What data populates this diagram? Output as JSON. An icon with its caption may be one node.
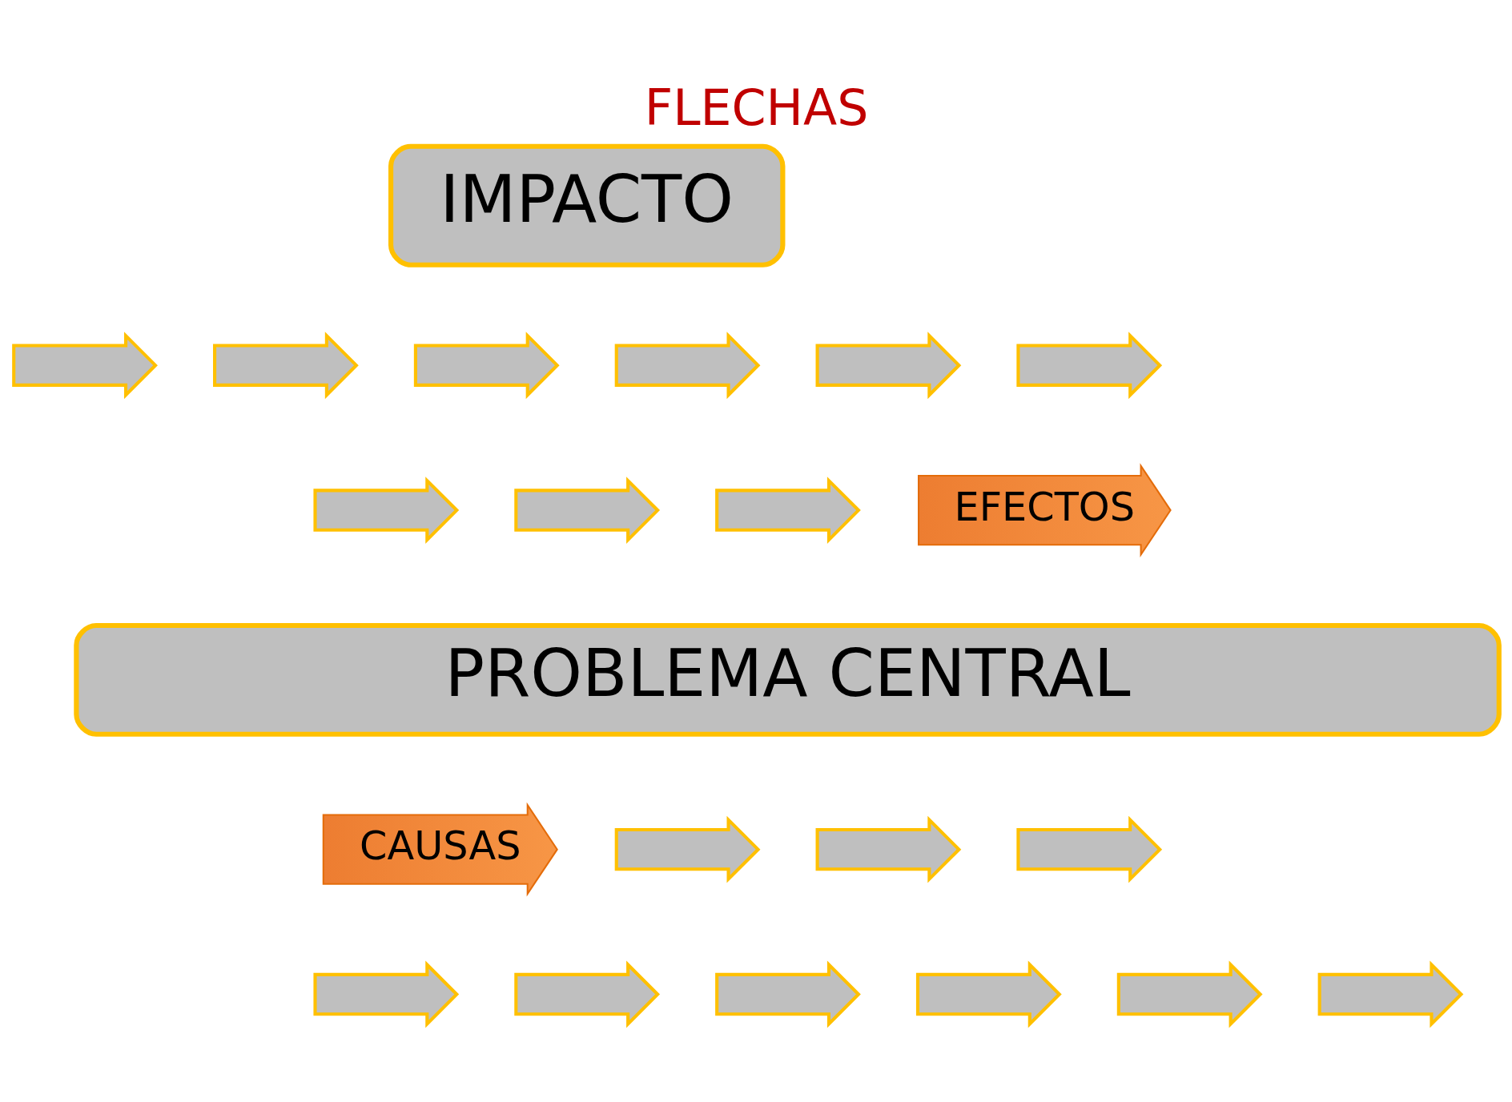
{
  "diagram": {
    "title": "FLECHAS",
    "nodes": [
      {
        "text": [
          "IMPACTO"
        ]
      },
      {
        "text": [],
        "shape": "arrow"
      },
      {
        "text": [],
        "shape": "arrow"
      },
      {
        "text": [],
        "shape": "arrow"
      },
      {
        "text": [],
        "shape": "arrow"
      },
      {
        "text": [],
        "shape": "arrow"
      },
      {
        "text": [],
        "shape": "arrow"
      },
      {
        "text": [
          "EFECTOS"
        ]
      },
      {
        "text": [],
        "shape": "arrow"
      },
      {
        "text": [],
        "shape": "arrow"
      },
      {
        "text": [],
        "shape": "arrow"
      },
      {
        "text": [
          "PROBLEMA CENTRAL"
        ]
      },
      {
        "text": [
          "CAUSAS"
        ]
      },
      {
        "text": [],
        "shape": "arrow"
      },
      {
        "text": [],
        "shape": "arrow"
      },
      {
        "text": [],
        "shape": "arrow"
      },
      {
        "text": [],
        "shape": "arrow"
      },
      {
        "text": [],
        "shape": "arrow"
      },
      {
        "text": [],
        "shape": "arrow"
      },
      {
        "text": [],
        "shape": "arrow"
      },
      {
        "text": [],
        "shape": "arrow"
      },
      {
        "text": [],
        "shape": "arrow"
      }
    ],
    "edges": []
  }
}
